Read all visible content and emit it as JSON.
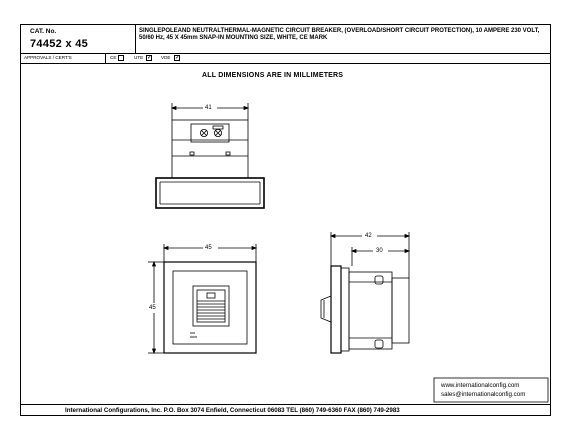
{
  "header": {
    "cat_label": "CAT. No.",
    "cat_number": "74452 x 45",
    "description": "SINGLEPOLEAND NEUTRALTHERMAL-MAGNETIC CIRCUIT BREAKER, (OVERLOAD/SHORT CIRCUIT PROTECTION), 10 AMPERE 230 VOLT, 50/60 Hz, 45 X 45mm SNAP-IN MOUNTING SIZE, WHITE, CE MARK"
  },
  "approvals": {
    "label": "APPROVALS / CERT'S",
    "items": [
      {
        "label": "CE",
        "checked": false
      },
      {
        "label": "UTE",
        "checked": true
      },
      {
        "label": "VDE",
        "checked": true
      }
    ]
  },
  "note": "ALL DIMENSIONS ARE IN MILLIMETERS",
  "dimensions": {
    "top_width": "41",
    "front_width": "45",
    "front_height": "45",
    "side_overall": "42",
    "side_depth": "30"
  },
  "web": {
    "line1": "www.internationalconfig.com",
    "line2": "sales@internationalconfig.com"
  },
  "footer": "International Configurations, Inc.  P.O. Box 3074  Enfield, Connecticut 06083  TEL (860) 749-6360  FAX (860) 749-2983"
}
